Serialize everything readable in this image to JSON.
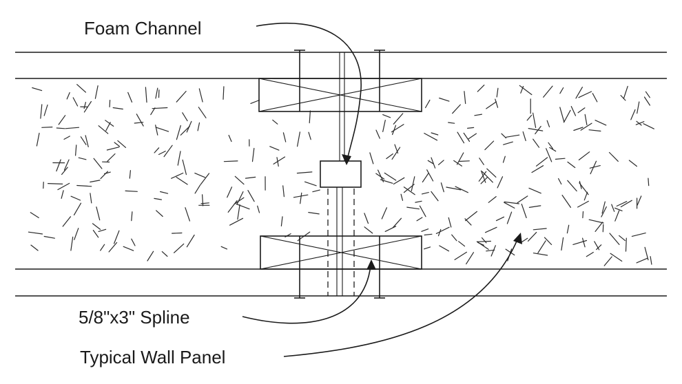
{
  "labels": {
    "foam_channel": "Foam Channel",
    "spline": "5/8\"x3\" Spline",
    "wall_panel": "Typical Wall Panel"
  },
  "colors": {
    "ink": "#1a1a1a",
    "background": "#ffffff"
  }
}
